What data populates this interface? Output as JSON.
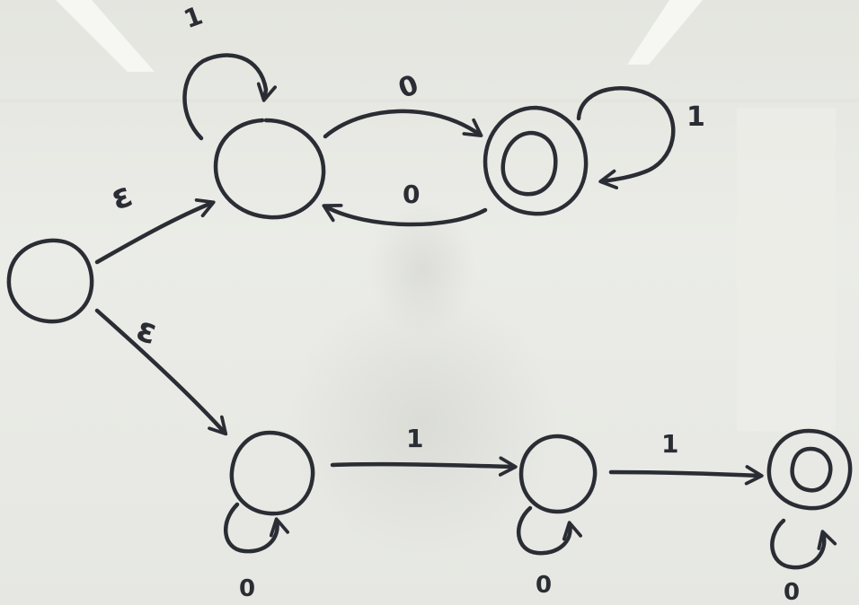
{
  "diagram": {
    "kind": "nfa-state-diagram",
    "medium": "whiteboard",
    "colors": {
      "ink": "#2b2d34",
      "board": "#e8e9e4",
      "glare": "#f7f7f4",
      "shadow": "#cfd0cb"
    },
    "states": [
      {
        "id": "start",
        "accepting": false
      },
      {
        "id": "a1",
        "accepting": false
      },
      {
        "id": "a2",
        "accepting": true
      },
      {
        "id": "b1",
        "accepting": false
      },
      {
        "id": "b2",
        "accepting": false
      },
      {
        "id": "b3",
        "accepting": true
      }
    ],
    "transitions": [
      {
        "id": "t-start-a1",
        "from": "start",
        "to": "a1",
        "label": "ε"
      },
      {
        "id": "t-start-b1",
        "from": "start",
        "to": "b1",
        "label": "ε"
      },
      {
        "id": "t-a1-a1",
        "from": "a1",
        "to": "a1",
        "label": "1"
      },
      {
        "id": "t-a1-a2",
        "from": "a1",
        "to": "a2",
        "label": "0"
      },
      {
        "id": "t-a2-a1",
        "from": "a2",
        "to": "a1",
        "label": "0"
      },
      {
        "id": "t-a2-a2",
        "from": "a2",
        "to": "a2",
        "label": "1"
      },
      {
        "id": "t-b1-b1",
        "from": "b1",
        "to": "b1",
        "label": "0"
      },
      {
        "id": "t-b1-b2",
        "from": "b1",
        "to": "b2",
        "label": "1"
      },
      {
        "id": "t-b2-b2",
        "from": "b2",
        "to": "b2",
        "label": "0"
      },
      {
        "id": "t-b2-b3",
        "from": "b2",
        "to": "b3",
        "label": "1"
      },
      {
        "id": "t-b3-b3",
        "from": "b3",
        "to": "b3",
        "label": "0"
      }
    ]
  }
}
